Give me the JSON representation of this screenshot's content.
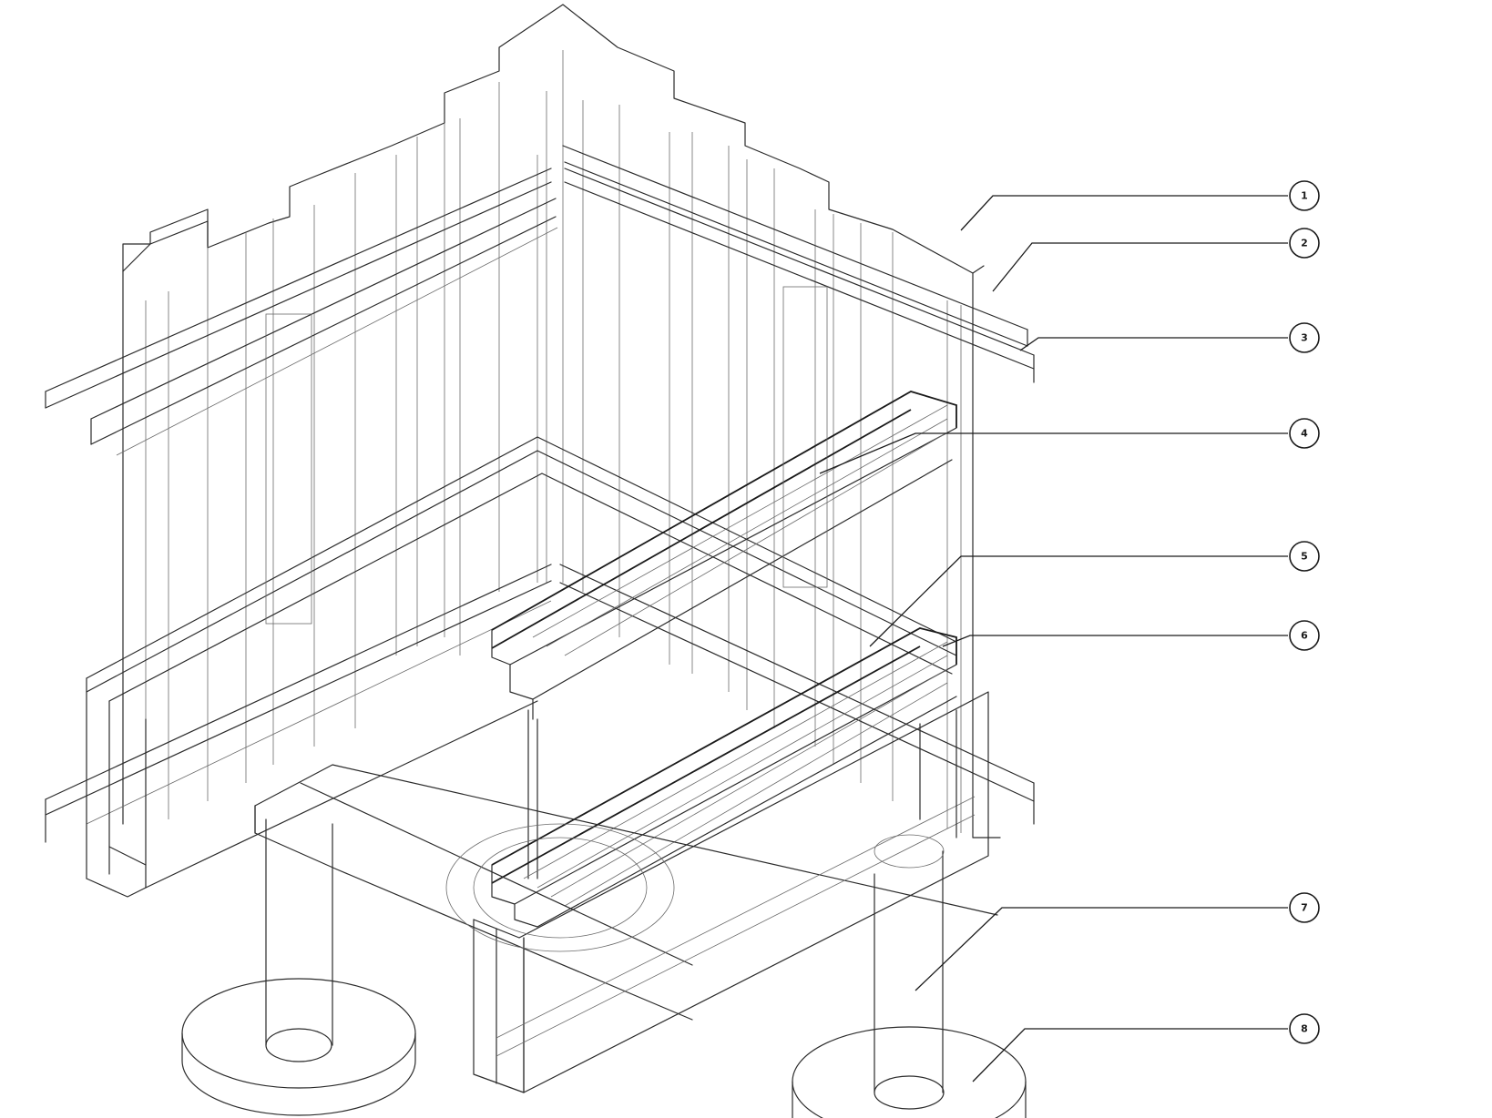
{
  "callouts": [
    {
      "id": "1",
      "label": "1"
    },
    {
      "id": "2",
      "label": "2"
    },
    {
      "id": "3",
      "label": "3"
    },
    {
      "id": "4",
      "label": "4"
    },
    {
      "id": "5",
      "label": "5"
    },
    {
      "id": "6",
      "label": "6"
    },
    {
      "id": "7",
      "label": "7"
    },
    {
      "id": "8",
      "label": "8"
    }
  ],
  "colors": {
    "line": "#2b2b2b",
    "background": "#ffffff"
  }
}
